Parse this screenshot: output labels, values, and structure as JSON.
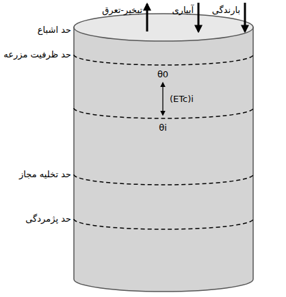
{
  "diagram": {
    "labels": [
      "تبخیر-تعرق",
      "آبیاری",
      "بارندگی",
      "حد اشباع",
      "حد ظرفیت مزرعه",
      "θ0",
      "(ETc)i",
      "θi",
      "حد تخلیه مجاز",
      "حد پژمردگی"
    ]
  }
}
